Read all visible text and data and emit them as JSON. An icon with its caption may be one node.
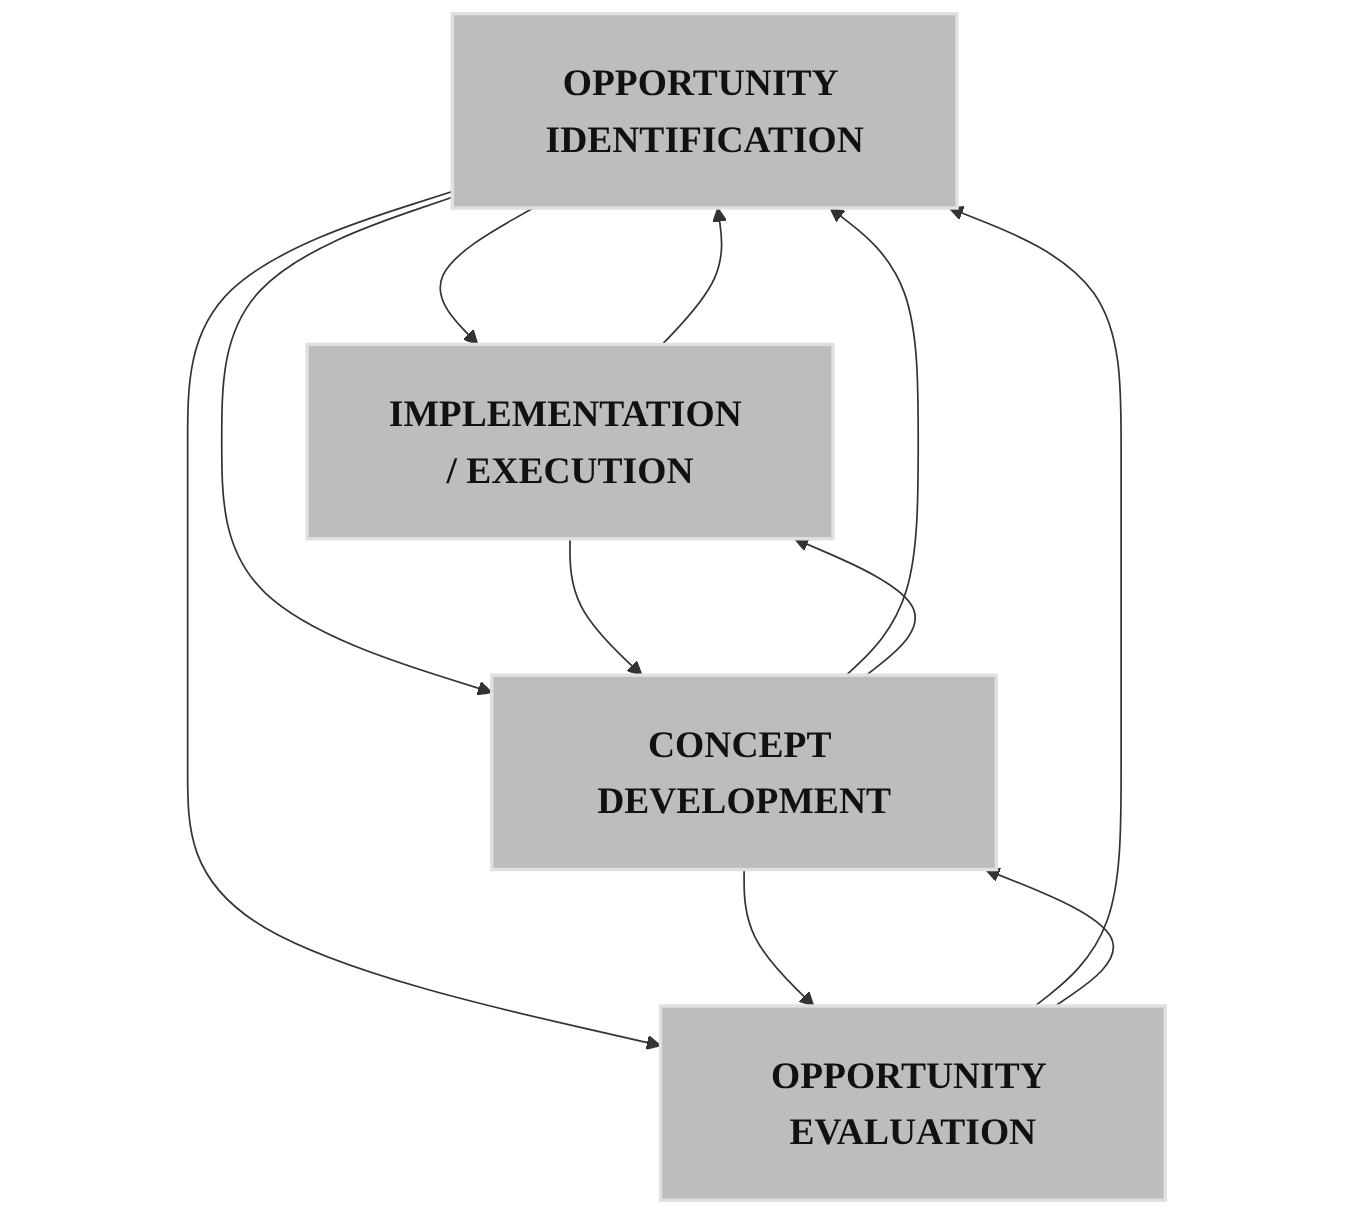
{
  "diagram": {
    "nodes": [
      {
        "text": [
          "OPPORTUNITY IDENTIFICATION"
        ]
      },
      {
        "text": [
          "IMPLEMENTATION / EXECUTION"
        ]
      },
      {
        "text": [
          "OPPORTUNITY EVALUATION"
        ]
      },
      {
        "text": [
          "CONCEPT DEVELOPMENT"
        ]
      }
    ],
    "edges": [
      {
        "from": 0,
        "to": 1,
        "arrow": "to"
      },
      {
        "from": 1,
        "to": 0,
        "arrow": "to"
      },
      {
        "from": 0,
        "to": 2,
        "arrow": "to"
      },
      {
        "from": 2,
        "to": 0,
        "arrow": "to"
      },
      {
        "from": 0,
        "to": 3,
        "arrow": "to"
      },
      {
        "from": 3,
        "to": 0,
        "arrow": "to"
      },
      {
        "from": 2,
        "to": 3,
        "arrow": "to"
      },
      {
        "from": 3,
        "to": 2,
        "arrow": "to"
      },
      {
        "from": 3,
        "to": 1,
        "arrow": "to"
      },
      {
        "from": 1,
        "to": 3,
        "arrow": "to"
      }
    ]
  }
}
